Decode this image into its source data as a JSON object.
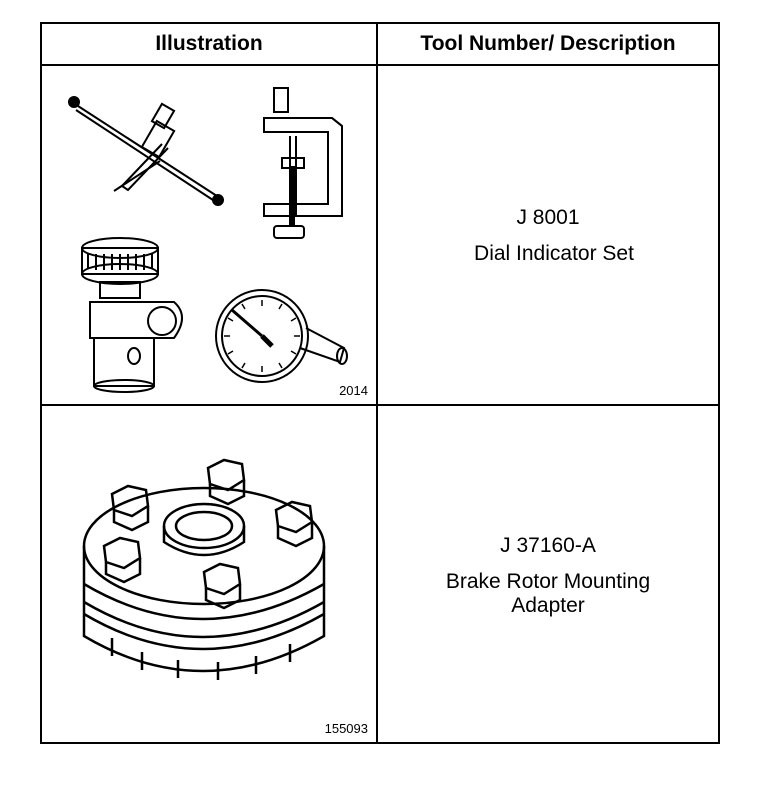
{
  "table": {
    "headers": {
      "illustration": "Illustration",
      "tool": "Tool Number/ Description"
    },
    "rows": [
      {
        "figure_number": "2014",
        "tool_number": "J 8001",
        "description": "Dial Indicator Set",
        "illustration_icon": "dial-indicator-set-icon"
      },
      {
        "figure_number": "155093",
        "tool_number": "J 37160-A",
        "description_lines": [
          "Brake Rotor Mounting",
          "Adapter"
        ],
        "illustration_icon": "brake-rotor-adapter-icon"
      }
    ]
  }
}
